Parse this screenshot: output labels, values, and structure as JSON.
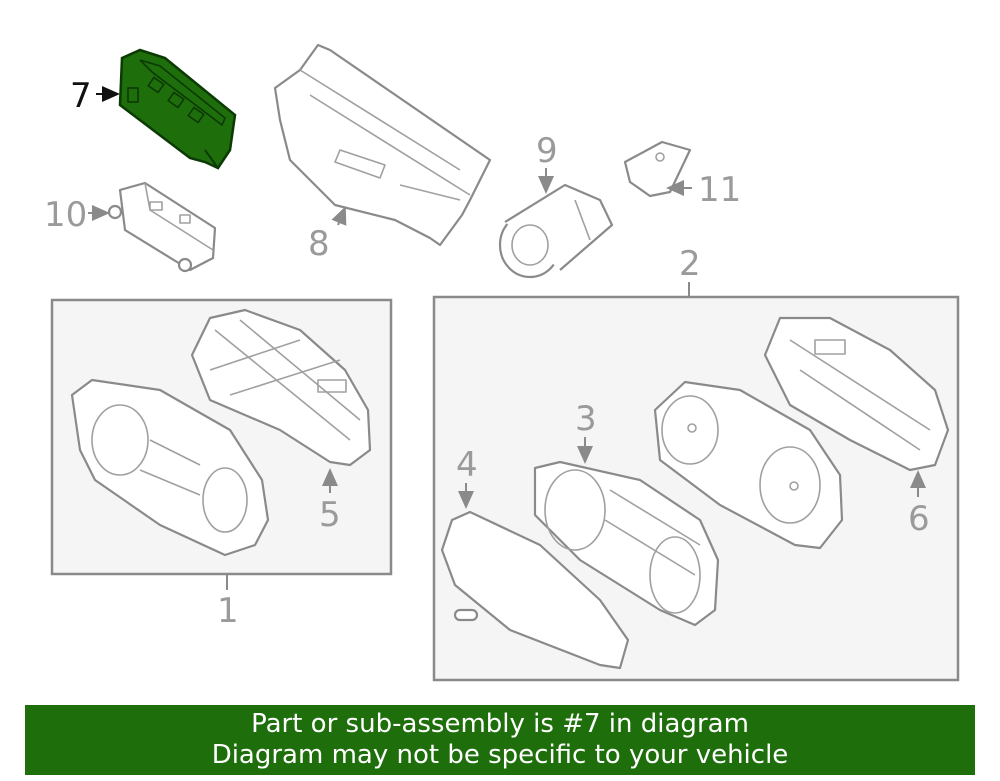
{
  "diagram": {
    "callouts": {
      "c1": "1",
      "c2": "2",
      "c3": "3",
      "c4": "4",
      "c5": "5",
      "c6": "6",
      "c7": "7",
      "c8": "8",
      "c9": "9",
      "c10": "10",
      "c11": "11"
    },
    "highlight_color": "#1e6e0b",
    "highlighted_part": "7"
  },
  "banner": {
    "line1": "Part or sub-assembly is #7 in diagram",
    "line2": "Diagram may not be specific to your vehicle",
    "background": "#1e6e0b"
  }
}
